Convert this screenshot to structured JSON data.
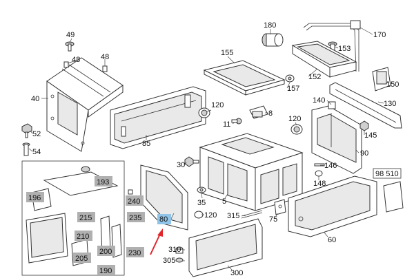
{
  "labels": {
    "l49": "49",
    "l48a": "48",
    "l48b": "48",
    "l40": "40",
    "l52": "52",
    "l54": "54",
    "l85": "85",
    "l155": "155",
    "l180": "180",
    "l170": "170",
    "l153": "153",
    "l152": "152",
    "l157": "157",
    "l150": "150",
    "l120a": "120",
    "l8": "8",
    "l11": "11",
    "l140": "140",
    "l130": "130",
    "l120b": "120",
    "l145": "145",
    "l90": "90",
    "l30": "30",
    "l146": "146",
    "l98510": "98 510",
    "l148": "148",
    "l35": "35",
    "l5": "5",
    "l120c": "120",
    "l315": "315",
    "l75": "75",
    "l60": "60",
    "l310": "310",
    "l305": "305",
    "l300": "300",
    "l80": "80",
    "l193": "193",
    "l196": "196",
    "l240": "240",
    "l235": "235",
    "l215": "215",
    "l210": "210",
    "l200": "200",
    "l230": "230",
    "l205": "205",
    "l190": "190"
  },
  "colors": {
    "line": "#333333",
    "highlight_gray": "#b0b0b0",
    "highlight_blue": "#8fc3e8",
    "arrow": "#e0262b"
  }
}
